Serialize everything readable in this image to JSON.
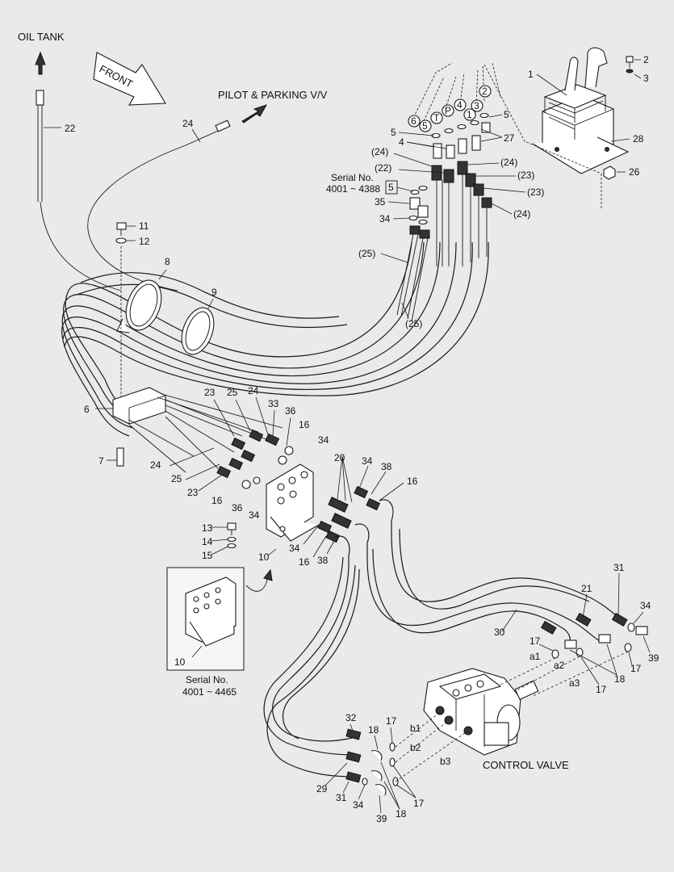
{
  "titles": {
    "oil_tank": "OIL TANK",
    "front": "FRONT",
    "pilot_parking": "PILOT & PARKING V/V",
    "control_valve": "CONTROL VALVE"
  },
  "serial_notes": {
    "serial_1_line1": "Serial No.",
    "serial_1_line2": "4001 ~ 4388",
    "serial_2_line1": "Serial No.",
    "serial_2_line2": "4001 ~ 4465"
  },
  "part_numbers": {
    "p1": "1",
    "p2": "2",
    "p3": "3",
    "p4": "4",
    "p5": "5",
    "p5b": "5",
    "p5c": "5",
    "p6": "6",
    "p7": "7",
    "p8": "8",
    "p9": "9",
    "p10": "10",
    "p10b": "10",
    "p11": "11",
    "p12": "12",
    "p13": "13",
    "p14": "14",
    "p15": "15",
    "p16a": "16",
    "p16b": "16",
    "p16c": "16",
    "p16d": "16",
    "p17a": "17",
    "p17b": "17",
    "p17c": "17",
    "p17d": "17",
    "p17e": "17",
    "p18a": "18",
    "p18b": "18",
    "p18c": "18",
    "p20": "20",
    "p21": "21",
    "p22": "22",
    "p23a": "23",
    "p23b": "23",
    "p24a": "24",
    "p24b": "24",
    "p24c": "24",
    "p25a": "25",
    "p25b": "25",
    "p26": "26",
    "p27": "27",
    "p28": "28",
    "p29": "29",
    "p30": "30",
    "p31a": "31",
    "p31b": "31",
    "p32": "32",
    "p33": "33",
    "p34a": "34",
    "p34b": "34",
    "p34c": "34",
    "p34d": "34",
    "p34e": "34",
    "p34f": "34",
    "p34g": "34",
    "p35": "35",
    "p36a": "36",
    "p36b": "36",
    "p38a": "38",
    "p38b": "38",
    "p39a": "39",
    "p39b": "39"
  },
  "paren_labels": {
    "q24a": "(24)",
    "q24b": "(24)",
    "q24c": "(24)",
    "q22": "(22)",
    "q23a": "(23)",
    "q23b": "(23)",
    "q25a": "(25)",
    "q25b": "(25)"
  },
  "port_circles": [
    "6",
    "5",
    "T",
    "P",
    "4",
    "1",
    "3",
    "2"
  ],
  "port_labels": {
    "a1": "a1",
    "a2": "a2",
    "a3": "a3",
    "b1": "b1",
    "b2": "b2",
    "b3": "b3"
  }
}
